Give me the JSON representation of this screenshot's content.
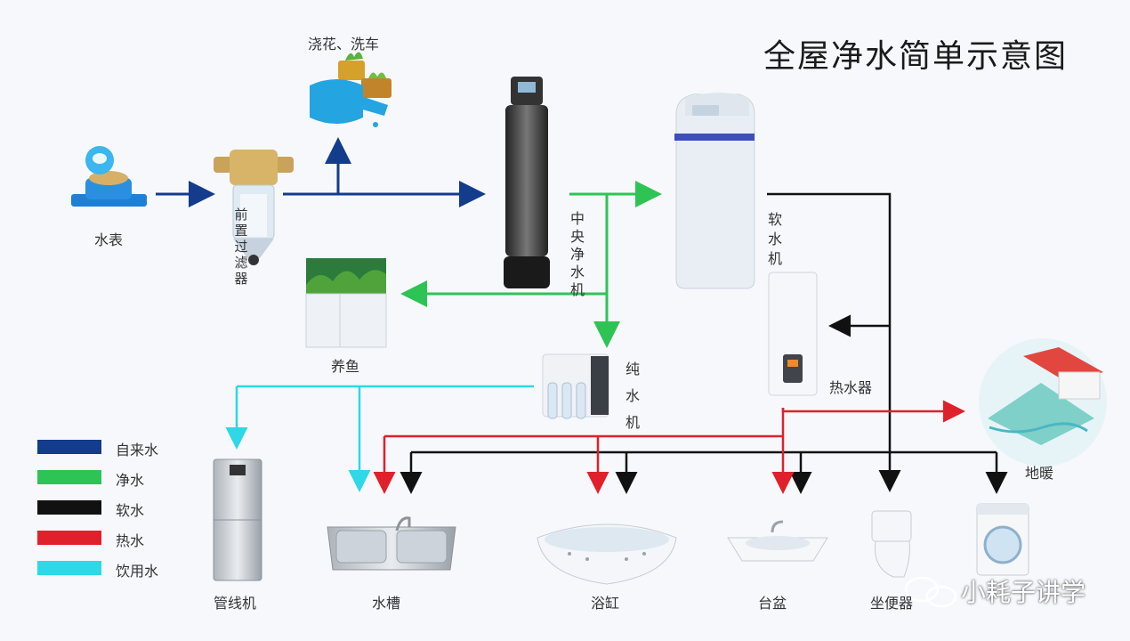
{
  "title": "全屋净水简单示意图",
  "labels": {
    "water_meter": "水表",
    "pre_filter": "前置过滤器",
    "garden": "浇花、洗车",
    "central_purifier": "中央净水机",
    "softener": "软水机",
    "aquarium": "养鱼",
    "ro_purifier": "纯水机",
    "heater": "热水器",
    "floor_heating": "地暖",
    "pipeline_machine": "管线机",
    "sink": "水槽",
    "bathtub": "浴缸",
    "basin": "台盆",
    "toilet": "坐便器"
  },
  "legend": [
    {
      "label": "自来水",
      "color": "#143c8c"
    },
    {
      "label": "净水",
      "color": "#2ec455"
    },
    {
      "label": "软水",
      "color": "#111111"
    },
    {
      "label": "热水",
      "color": "#e0202a"
    },
    {
      "label": "饮用水",
      "color": "#2ed8e6"
    }
  ],
  "watermark": "小耗子讲学",
  "colors": {
    "tap_water": "#143c8c",
    "purified": "#2ec455",
    "soft": "#111111",
    "hot": "#e0202a",
    "drinking": "#2ed8e6"
  }
}
